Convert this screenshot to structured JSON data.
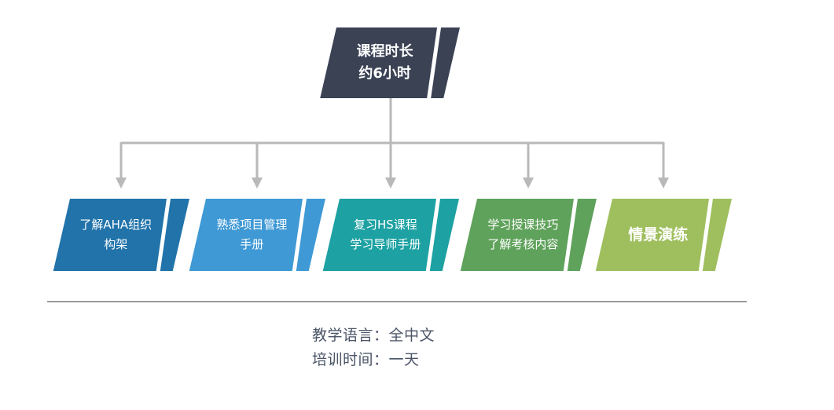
{
  "palette": {
    "top_node": "#3a4254",
    "connector": "#b9b9b9",
    "separator": "#9b9b9b",
    "footer_text": "#4a5466",
    "node_text": "#ffffff"
  },
  "top_node": {
    "line1": "课程时长",
    "line2": "约6小时"
  },
  "branches": [
    {
      "line1": "了解AHA组织",
      "line2": "构架",
      "color": "#2173aa"
    },
    {
      "line1": "熟悉项目管理",
      "line2": "手册",
      "color": "#3f99d5"
    },
    {
      "line1": "复习HS课程",
      "line2": "学习导师手册",
      "color": "#1da1a2"
    },
    {
      "line1": "学习授课技巧",
      "line2": "了解考核内容",
      "color": "#5fa25b"
    },
    {
      "line1": "情景演练",
      "line2": "",
      "color": "#9fbf5e"
    }
  ],
  "footer": {
    "line1": "教学语言：全中文",
    "line2": "培训时间：一天"
  }
}
